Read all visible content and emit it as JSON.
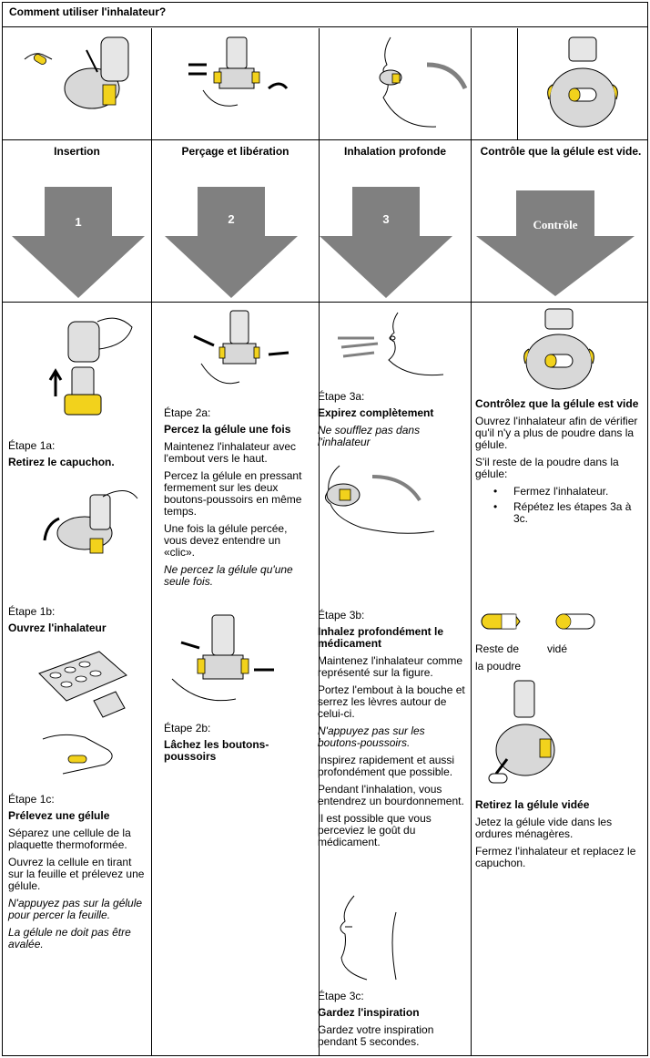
{
  "header": {
    "title": "Comment utiliser l'inhalateur?"
  },
  "steps": [
    {
      "title": "Insertion",
      "arrow_label": "1"
    },
    {
      "title": "Perçage et libération",
      "arrow_label": "2"
    },
    {
      "title": "Inhalation profonde",
      "arrow_label": "3"
    },
    {
      "title": "Contrôle que la gélule est vide.",
      "arrow_label": "Contrôle"
    }
  ],
  "col1": {
    "s1a_label": "Étape 1a:",
    "s1a_title": "Retirez le capuchon.",
    "s1b_label": "Étape 1b:",
    "s1b_title": "Ouvrez l'inhalateur",
    "s1c_label": "Étape 1c:",
    "s1c_title": "Prélevez une gélule",
    "s1c_p1": "Séparez une cellule de la plaquette thermoformée.",
    "s1c_p2": "Ouvrez la cellule en tirant sur la feuille et prélevez une gélule.",
    "s1c_i1": "N'appuyez pas sur la gélule pour percer la feuille.",
    "s1c_i2": "La gélule ne doit pas être avalée."
  },
  "col2": {
    "s2a_label": "Étape 2a:",
    "s2a_title": "Percez la gélule une fois",
    "s2a_p1": "Maintenez l'inhalateur avec l'embout vers le haut.",
    "s2a_p2": "Percez la gélule en pressant fermement sur les deux boutons-poussoirs en même temps.",
    "s2a_p3": "Une fois la gélule percée, vous devez entendre un «clic».",
    "s2a_i1": "Ne percez la gélule qu'une seule fois.",
    "s2b_label": "Étape 2b:",
    "s2b_title": "Lâchez les boutons-poussoirs"
  },
  "col3": {
    "s3a_label": "Étape 3a:",
    "s3a_title": "Expirez complètement",
    "s3a_i1": "Ne soufflez pas dans l'inhalateur",
    "s3b_label": "Étape 3b:",
    "s3b_title": "Inhalez profondément le médicament",
    "s3b_p1": "Maintenez l'inhalateur comme représenté sur la figure.",
    "s3b_p2": "Portez l'embout à la bouche et serrez les lèvres autour de celui-ci.",
    "s3b_i1": "N'appuyez pas sur les boutons-poussoirs.",
    "s3b_p3": "Inspirez rapidement et aussi profondément que possible.",
    "s3b_p4": "Pendant l'inhalation, vous entendrez un bourdonnement.",
    "s3b_p5": "Il est possible que vous perceviez le goût du médicament.",
    "s3c_label": "Étape 3c:",
    "s3c_title": "Gardez l'inspiration",
    "s3c_p1": "Gardez votre inspiration pendant 5 secondes."
  },
  "col4": {
    "c_title": "Contrôlez que la gélule est vide",
    "c_p1": "Ouvrez l'inhalateur afin de vérifier qu'il n'y a plus de poudre dans la gélule.",
    "c_p2": "S'il reste de la poudre dans la gélule:",
    "c_b1": "Fermez l'inhalateur.",
    "c_b2": "Répétez les étapes 3a à 3c.",
    "cap_left": "Reste de",
    "cap_right": "vidé",
    "cap_left2": "la poudre",
    "r_title": "Retirez la gélule vidée",
    "r_p1": "Jetez la gélule vide dans les ordures ménagères.",
    "r_p2": "Fermez l'inhalateur et replacez le capuchon."
  },
  "colors": {
    "arrow": "#808080",
    "yellow": "#f2d21c",
    "gray": "#bcbcbc"
  }
}
